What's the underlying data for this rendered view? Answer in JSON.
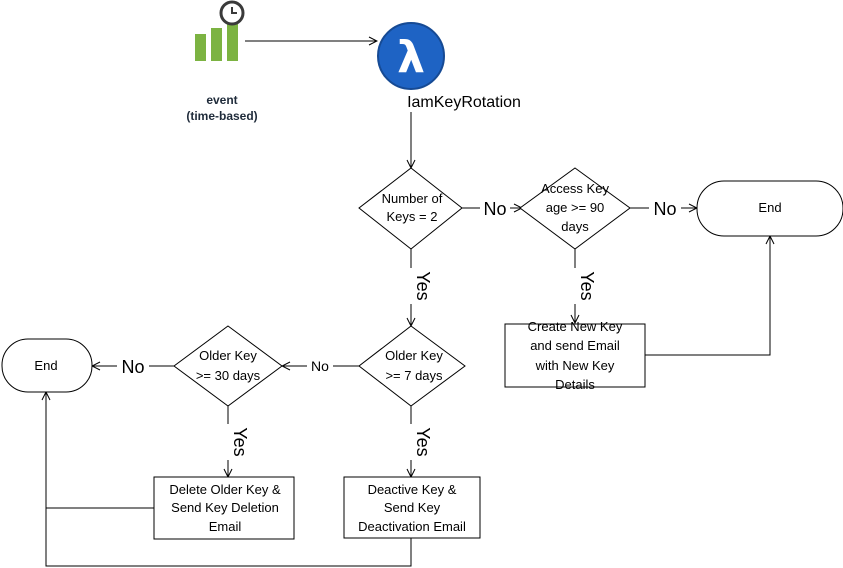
{
  "event": {
    "line1": "event",
    "line2": "(time-based)"
  },
  "lambda": {
    "name": "IamKeyRotation",
    "symbol": "λ"
  },
  "nodes": {
    "num_keys": {
      "line1": "Number of",
      "line2": "Keys = 2"
    },
    "access_age": {
      "line1": "Access Key",
      "line2": "age >= 90",
      "line3": "days"
    },
    "end_right": {
      "label": "End"
    },
    "create_key": {
      "line1": "Create New Key",
      "line2": "and send Email",
      "line3": "with New Key",
      "line4": "Details"
    },
    "older_7": {
      "line1": "Older Key",
      "line2": ">= 7 days"
    },
    "older_30": {
      "line1": "Older Key",
      "line2": ">= 30 days"
    },
    "end_left": {
      "label": "End"
    },
    "delete_key": {
      "line1": "Delete Older Key &",
      "line2": "Send Key Deletion",
      "line3": "Email"
    },
    "deactivate_key": {
      "line1": "Deactive Key &",
      "line2": "Send Key",
      "line3": "Deactivation Email"
    }
  },
  "edges": {
    "num_keys_no": "No",
    "access_age_no": "No",
    "num_keys_yes": "Yes",
    "access_age_yes": "Yes",
    "older7_no": "No",
    "older30_no": "No",
    "older7_yes": "Yes",
    "older30_yes": "Yes"
  },
  "colors": {
    "event_green": "#7cb342",
    "lambda_blue": "#1e63c4",
    "clock_gray": "#3a3a3a"
  }
}
